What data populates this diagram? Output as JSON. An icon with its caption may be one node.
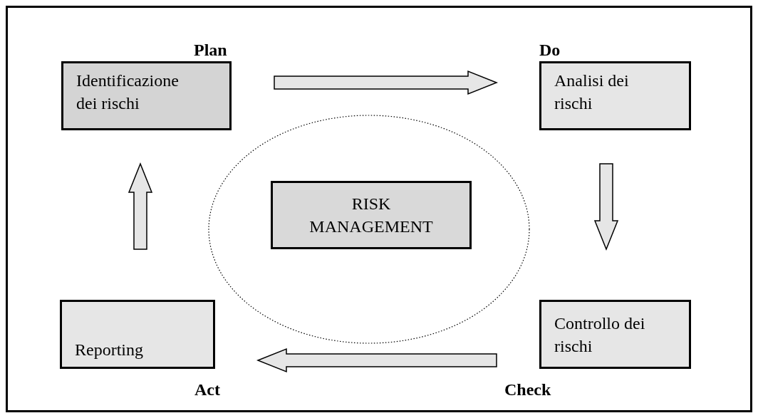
{
  "diagram": {
    "nodes": [
      {
        "text": [
          "Identificazione dei rischi"
        ],
        "beside": [
          "Plan"
        ]
      },
      {
        "text": [
          "Analisi dei rischi"
        ],
        "beside": [
          "Do"
        ]
      },
      {
        "text": [
          "Controllo dei rischi"
        ],
        "beside": [
          "Check"
        ]
      },
      {
        "text": [
          "Reporting"
        ],
        "beside": [
          "Act"
        ]
      },
      {
        "text": [
          "RISK MANAGEMENT"
        ]
      }
    ],
    "edges": [
      {
        "from": 0,
        "to": 1,
        "arrow": "to"
      },
      {
        "from": 1,
        "to": 2,
        "arrow": "to"
      },
      {
        "from": 2,
        "to": 3,
        "arrow": "to"
      },
      {
        "from": 3,
        "to": 0,
        "arrow": "to"
      }
    ]
  }
}
